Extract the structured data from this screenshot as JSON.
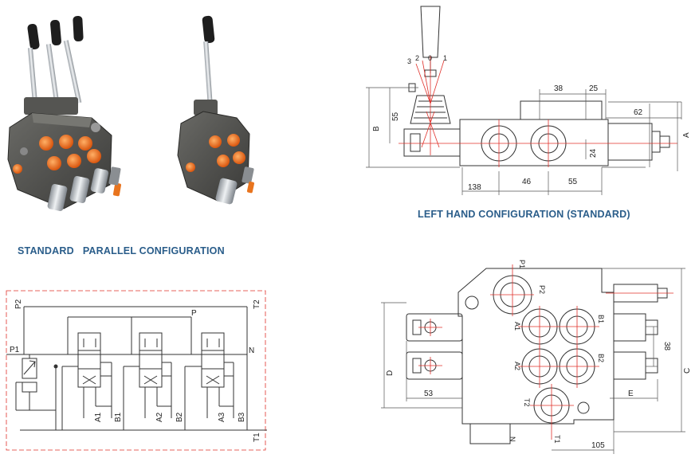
{
  "captions": {
    "standard": "STANDARD   PARALLEL CONFIGURATION",
    "left_hand": "LEFT HAND CONFIGURATION (STANDARD)"
  },
  "side_view": {
    "lever_positions": [
      "3",
      "2",
      "0",
      "1"
    ],
    "dims": {
      "d38": "38",
      "d25": "25",
      "d62": "62",
      "d55v": "55",
      "d24": "24",
      "d138": "138",
      "d46": "46",
      "d55h": "55"
    },
    "letters": {
      "A": "A",
      "B": "B"
    }
  },
  "schematic": {
    "ports": {
      "P2": "P2",
      "T2": "T2",
      "P1": "P1",
      "P": "P",
      "N": "N",
      "T1": "T1"
    },
    "work_ports": [
      "A1",
      "B1",
      "A2",
      "B2",
      "A3",
      "B3"
    ]
  },
  "front_view": {
    "port_labels": {
      "P1": "P1",
      "P2": "P2",
      "A1": "A1",
      "B1": "B1",
      "A2": "A2",
      "B2": "B2",
      "T2": "T2",
      "T1": "T1",
      "N": "N"
    },
    "dims": {
      "d38": "38",
      "d53": "53",
      "d105": "105"
    },
    "letters": {
      "C": "C",
      "D": "D",
      "E": "E"
    }
  },
  "colors": {
    "caption": "#2a5d8a",
    "drawing_line": "#333333",
    "center_line": "#e0302a",
    "dimension_line": "#555555",
    "valve_body": "#4a4a48",
    "port_plug": "#e8741e",
    "chrome": "#c8ccd0"
  }
}
